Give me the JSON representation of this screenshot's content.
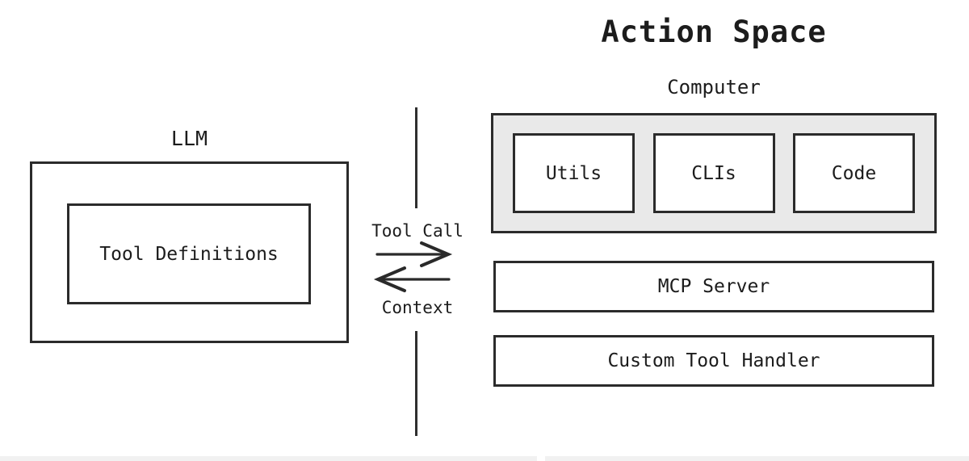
{
  "title": "Action Space",
  "llm": {
    "label": "LLM",
    "tool_definitions_label": "Tool Definitions"
  },
  "exchange": {
    "tool_call_label": "Tool Call",
    "context_label": "Context"
  },
  "action_space": {
    "computer": {
      "label": "Computer",
      "items": [
        {
          "label": "Utils"
        },
        {
          "label": "CLIs"
        },
        {
          "label": "Code"
        }
      ]
    },
    "layers": [
      {
        "label": "MCP Server"
      },
      {
        "label": "Custom Tool Handler"
      }
    ]
  },
  "colors": {
    "stroke": "#2b2b2b",
    "text": "#1c1c1c",
    "computer_fill": "#e9e9e9",
    "background": "#ffffff"
  }
}
